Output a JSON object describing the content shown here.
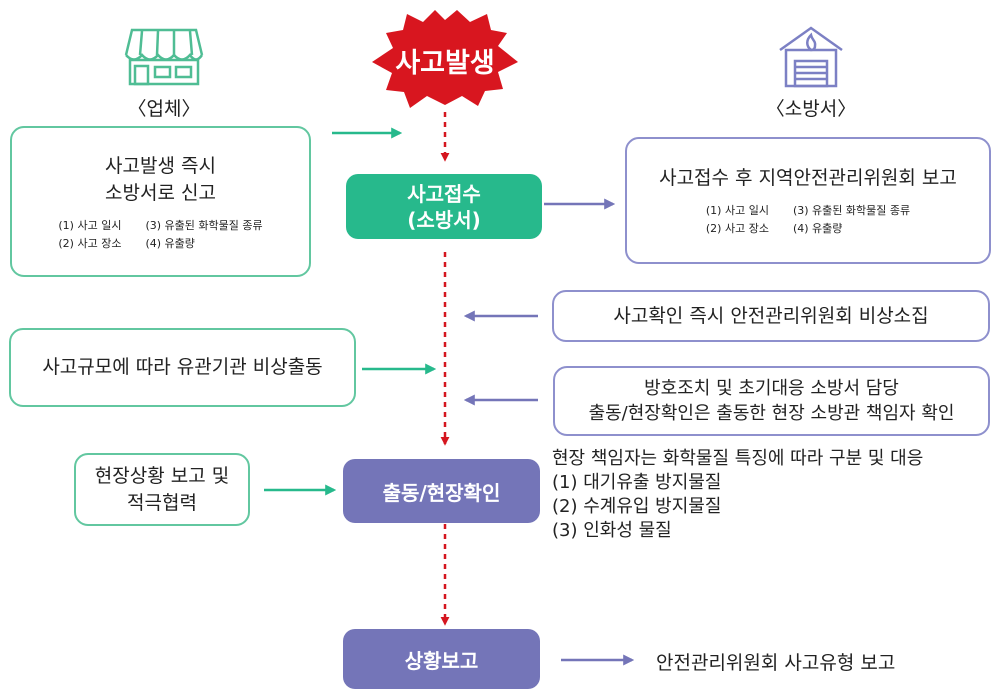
{
  "title": {
    "text": "사고발생"
  },
  "headers": {
    "company": "〈업체〉",
    "fire_station": "〈소방서〉"
  },
  "company_report": {
    "line1": "사고발생 즉시",
    "line2": "소방서로 신고",
    "items": [
      "(1) 사고 일시",
      "(3) 유출된 화학물질 종류",
      "(2) 사고 장소",
      "(4) 유출량"
    ]
  },
  "station_report": {
    "line1": "사고접수 후 지역안전관리위원회 보고",
    "items": [
      "(1) 사고 일시",
      "(3) 유출된 화학물질 종류",
      "(2) 사고 장소",
      "(4) 유출량"
    ]
  },
  "nodes": {
    "reception_line1": "사고접수",
    "reception_line2": "(소방서)",
    "dispatch": "출동/현장확인",
    "situation": "상황보고"
  },
  "boxes": {
    "emergency_call": "사고확인 즉시 안전관리위원회 비상소집",
    "agency_dispatch": "사고규모에 따라 유관기관 비상출동",
    "protection_line1": "방호조치 및 초기대응 소방서 담당",
    "protection_line2": "출동/현장확인은 출동한 현장 소방관 책임자 확인",
    "cooperation_line1": "현장상황 보고 및",
    "cooperation_line2": "적극협력"
  },
  "classification": {
    "heading": "현장 책임자는 화학물질 특징에 따라 구분 및 대응",
    "items": [
      "(1) 대기유출 방지물질",
      "(2) 수계유입 방지물질",
      "(3) 인화성 물질"
    ]
  },
  "final_report": "안전관리위원회 사고유형 보고",
  "colors": {
    "green": "#27b98c",
    "green_border": "#62c7a0",
    "purple": "#7475b8",
    "purple_border": "#8e90cd",
    "red": "#d5161f",
    "store_icon": "#4fbd94",
    "station_icon": "#7c80c4"
  },
  "icons": {
    "company": "store-icon",
    "fire_station": "fire-station-icon"
  }
}
